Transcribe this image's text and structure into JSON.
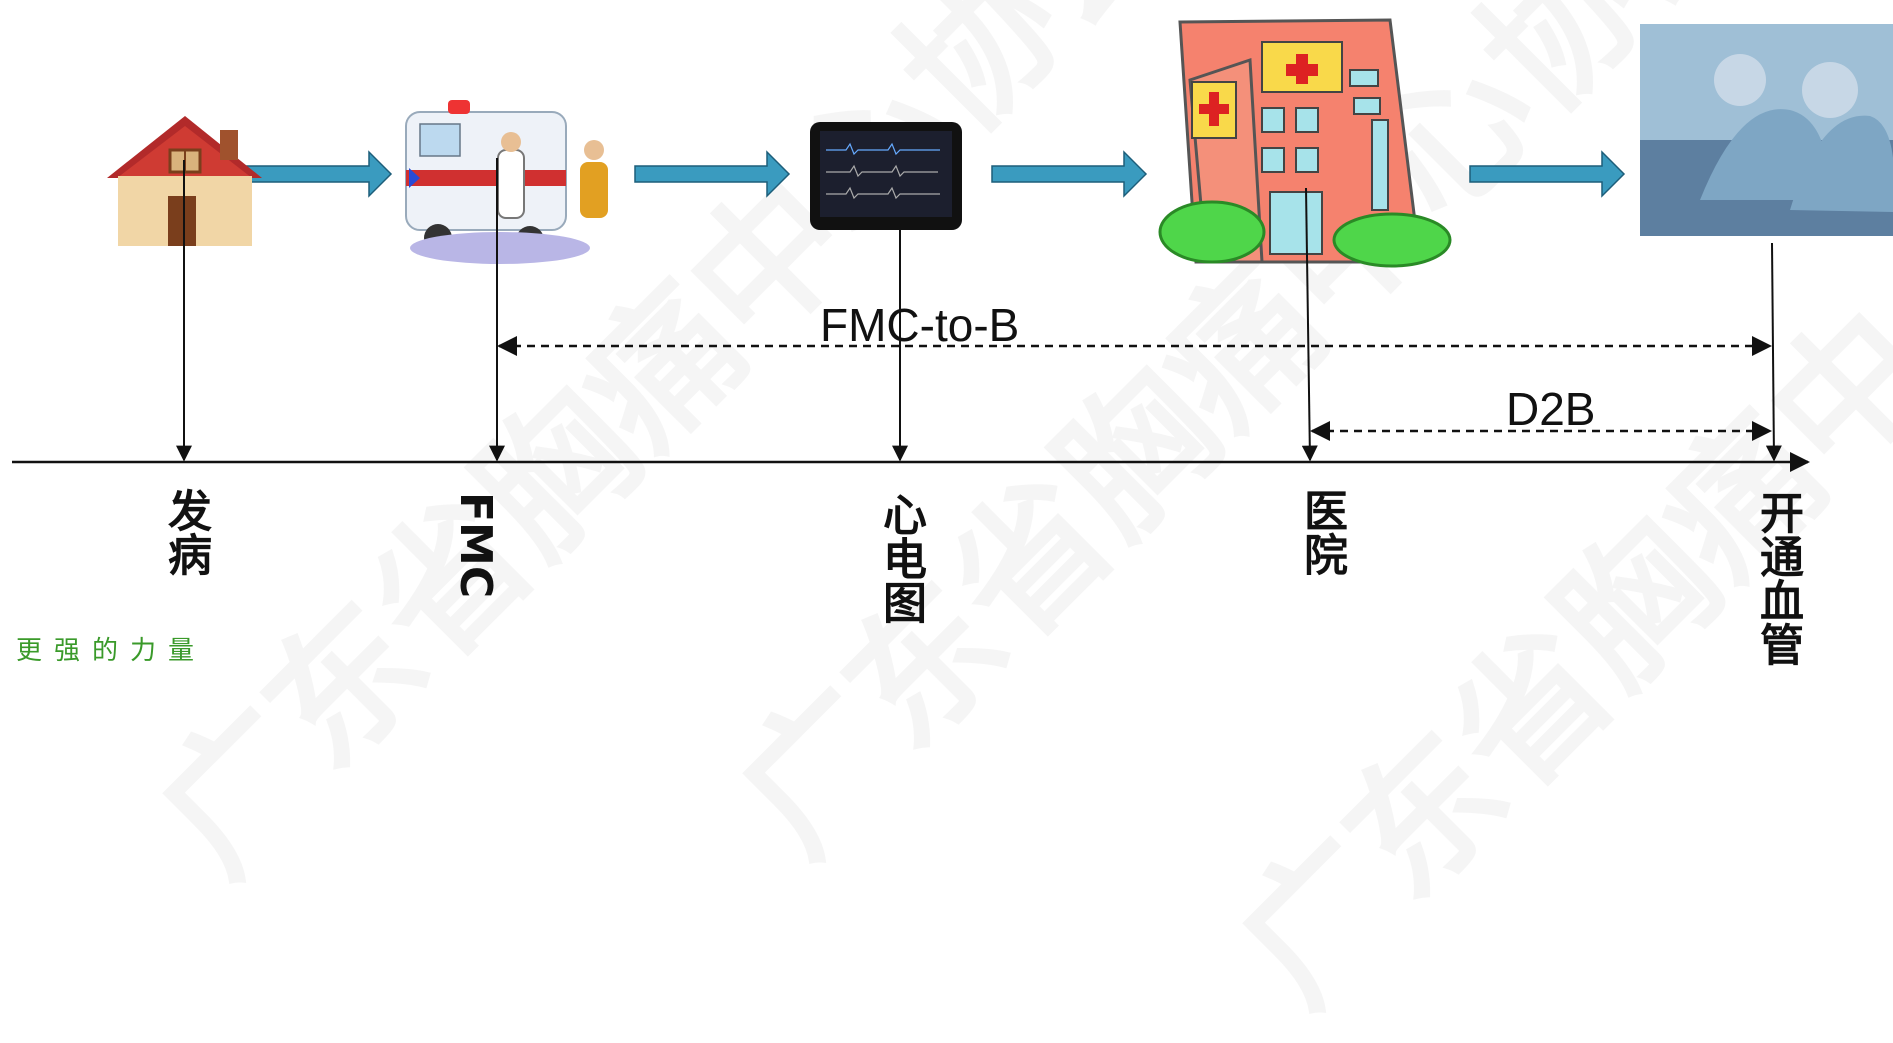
{
  "timeline": {
    "stages": [
      {
        "id": "onset",
        "label": "发病"
      },
      {
        "id": "fmc",
        "label": "FMC"
      },
      {
        "id": "ecg",
        "label": "心电图"
      },
      {
        "id": "hospital",
        "label": "医院"
      },
      {
        "id": "reperfusion",
        "label": "开通血管"
      }
    ],
    "intervals": [
      {
        "label": "FMC-to-B",
        "from": "fmc",
        "to": "reperfusion"
      },
      {
        "label": "D2B",
        "from": "hospital",
        "to": "reperfusion"
      }
    ]
  },
  "footer": {
    "text": "更强的力量"
  },
  "watermark": {
    "text": "广东省胸痛中心协会"
  },
  "colors": {
    "arrow": "#3a9bbf",
    "line": "#111111",
    "footer": "#3a9a2a"
  },
  "icons": [
    "house-icon",
    "ambulance-icon",
    "ecg-monitor-icon",
    "hospital-icon",
    "surgery-photo-icon"
  ]
}
